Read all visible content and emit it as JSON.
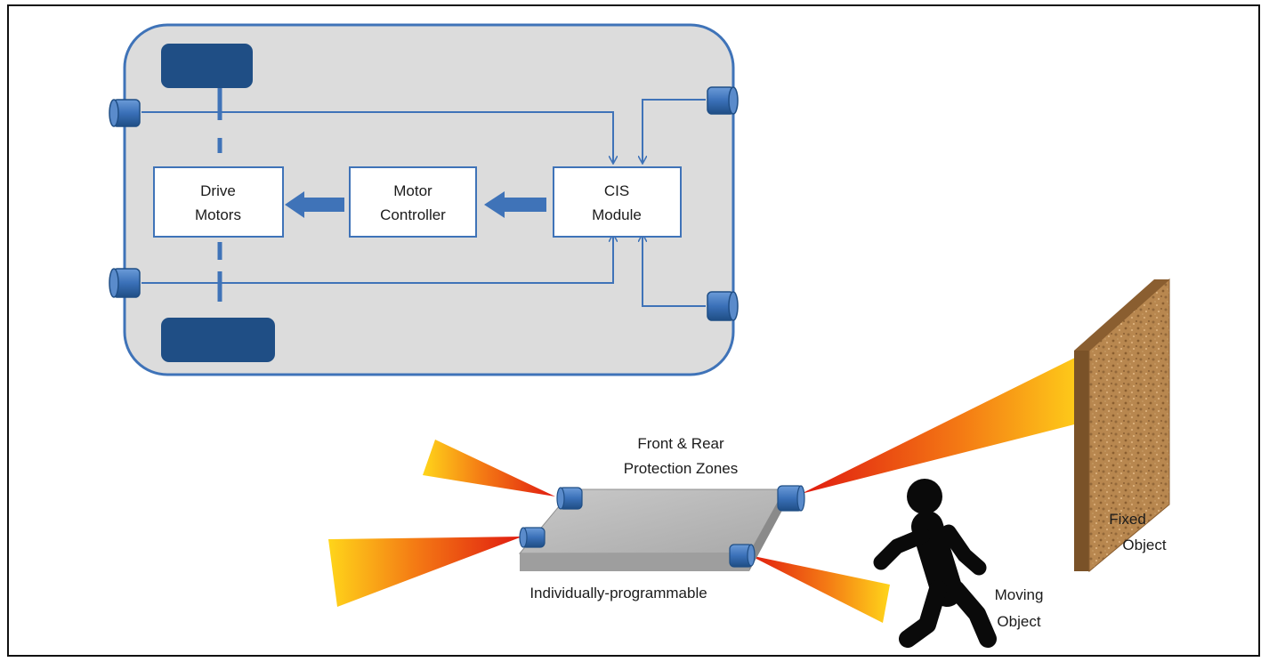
{
  "diagram": {
    "blocks": {
      "drive_motors": {
        "line1": "Drive",
        "line2": "Motors"
      },
      "motor_controller": {
        "line1": "Motor",
        "line2": "Controller"
      },
      "cis_module": {
        "line1": "CIS",
        "line2": "Module"
      }
    },
    "scene_labels": {
      "protection_zones_line1": "Front & Rear",
      "protection_zones_line2": "Protection Zones",
      "individually_programmable": "Individually-programmable",
      "moving_object_line1": "Moving",
      "moving_object_line2": "Object",
      "fixed_object_line1": "Fixed",
      "fixed_object_line2": "Object"
    },
    "colors": {
      "accent_blue": "#3f73b8",
      "wheel_navy": "#1f4e85",
      "chassis_gray": "#dcdcdc",
      "beam_red": "#e02010",
      "beam_yellow": "#ffd21a",
      "wall_brown": "#b8874f"
    },
    "icons": [
      "sensor-icon",
      "wheel-icon",
      "person-walking-icon",
      "wall-icon"
    ]
  }
}
